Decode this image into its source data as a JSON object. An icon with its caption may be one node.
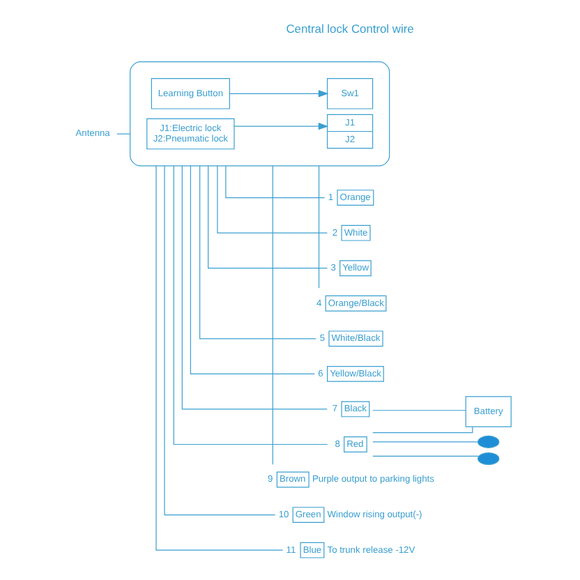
{
  "diagram": {
    "nodes": [
      {
        "text": [],
        "shape": "box"
      },
      {
        "text": [
          "Antenna"
        ]
      },
      {
        "text": [
          "Learning Button"
        ],
        "in": 0
      },
      {
        "text": [
          "Sw1"
        ],
        "in": 0
      },
      {
        "text": [
          "J1",
          "J2"
        ],
        "in": 0
      },
      {
        "text": [
          "J1:Electric lock",
          "J2:Pneumatic lock"
        ],
        "in": 0
      },
      {
        "text": [
          "Orange"
        ],
        "beside": [
          "1"
        ]
      },
      {
        "text": [
          "White"
        ],
        "beside": [
          "2"
        ]
      },
      {
        "text": [
          "Yellow"
        ],
        "beside": [
          "3"
        ]
      },
      {
        "text": [
          "Orange/Black"
        ],
        "beside": [
          "4"
        ]
      },
      {
        "text": [
          "White/Black"
        ],
        "beside": [
          "5"
        ]
      },
      {
        "text": [
          "Yellow/Black"
        ],
        "beside": [
          "6"
        ]
      },
      {
        "text": [
          "Black"
        ],
        "beside": [
          "7"
        ]
      },
      {
        "text": [
          "Red"
        ],
        "beside": [
          "8"
        ]
      },
      {
        "text": [
          "Brown"
        ],
        "beside": [
          "9",
          "Purple output to parking lights"
        ]
      },
      {
        "text": [
          "Green"
        ],
        "beside": [
          "10",
          "Window rising output(-)"
        ]
      },
      {
        "text": [
          "Blue"
        ],
        "beside": [
          "11",
          "To trunk release -12V"
        ]
      },
      {
        "text": [
          "Battery"
        ]
      },
      {
        "text": [],
        "shape": "bulb"
      },
      {
        "text": [],
        "shape": "bulb"
      }
    ],
    "edges": [
      {
        "from": 1,
        "to": 0,
        "arrow": "none"
      },
      {
        "from": 2,
        "to": 3,
        "arrow": "to"
      },
      {
        "from": 5,
        "to": 4,
        "arrow": "to"
      },
      {
        "from": 0,
        "to": 6,
        "arrow": "none"
      },
      {
        "from": 0,
        "to": 7,
        "arrow": "none"
      },
      {
        "from": 0,
        "to": 8,
        "arrow": "none"
      },
      {
        "from": 0,
        "to": 9,
        "arrow": "none"
      },
      {
        "from": 0,
        "to": 10,
        "arrow": "none"
      },
      {
        "from": 0,
        "to": 11,
        "arrow": "none"
      },
      {
        "from": 0,
        "to": 12,
        "arrow": "none"
      },
      {
        "from": 0,
        "to": 13,
        "arrow": "none"
      },
      {
        "from": 0,
        "to": 14,
        "arrow": "none"
      },
      {
        "from": 0,
        "to": 15,
        "arrow": "none"
      },
      {
        "from": 0,
        "to": 16,
        "arrow": "none"
      },
      {
        "from": 12,
        "to": 17,
        "arrow": "none"
      },
      {
        "from": 13,
        "to": 17,
        "arrow": "none"
      },
      {
        "from": 13,
        "to": 18,
        "arrow": "none"
      },
      {
        "from": 13,
        "to": 19,
        "arrow": "none"
      }
    ],
    "labels": [
      "Central lock Control wire"
    ]
  }
}
